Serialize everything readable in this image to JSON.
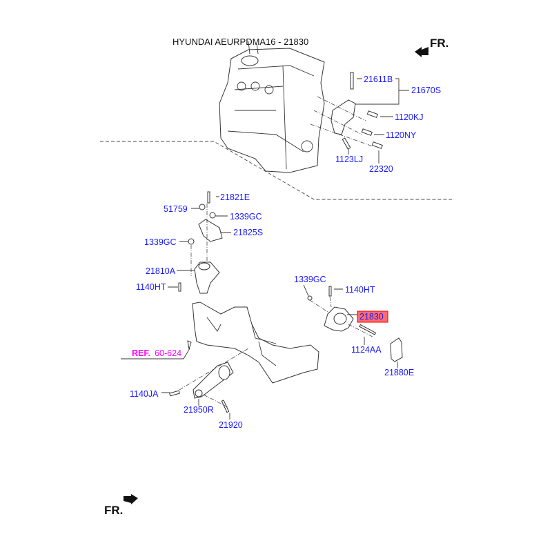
{
  "title": "HYUNDAI AEURPDMA16 - 21830",
  "front_marker_top": "FR.",
  "front_marker_bottom": "FR.",
  "reference": {
    "prefix": "REF.",
    "number": "60-624"
  },
  "highlight_color": "#ff6b6b",
  "label_color": "#1a1aff",
  "parts": {
    "p21611B": "21611B",
    "p21670S": "21670S",
    "p1120KJ": "1120KJ",
    "p1120NY": "1120NY",
    "p1123LJ": "1123LJ",
    "p22320": "22320",
    "p21821E": "21821E",
    "p51759": "51759",
    "p1339GC_a": "1339GC",
    "p21825S": "21825S",
    "p1339GC_b": "1339GC",
    "p21810A": "21810A",
    "p1140HT_a": "1140HT",
    "p1339GC_c": "1339GC",
    "p1140HT_b": "1140HT",
    "p21830": "21830",
    "p1124AA": "1124AA",
    "p21880E": "21880E",
    "p1140JA": "1140JA",
    "p21950R": "21950R",
    "p21920": "21920"
  }
}
